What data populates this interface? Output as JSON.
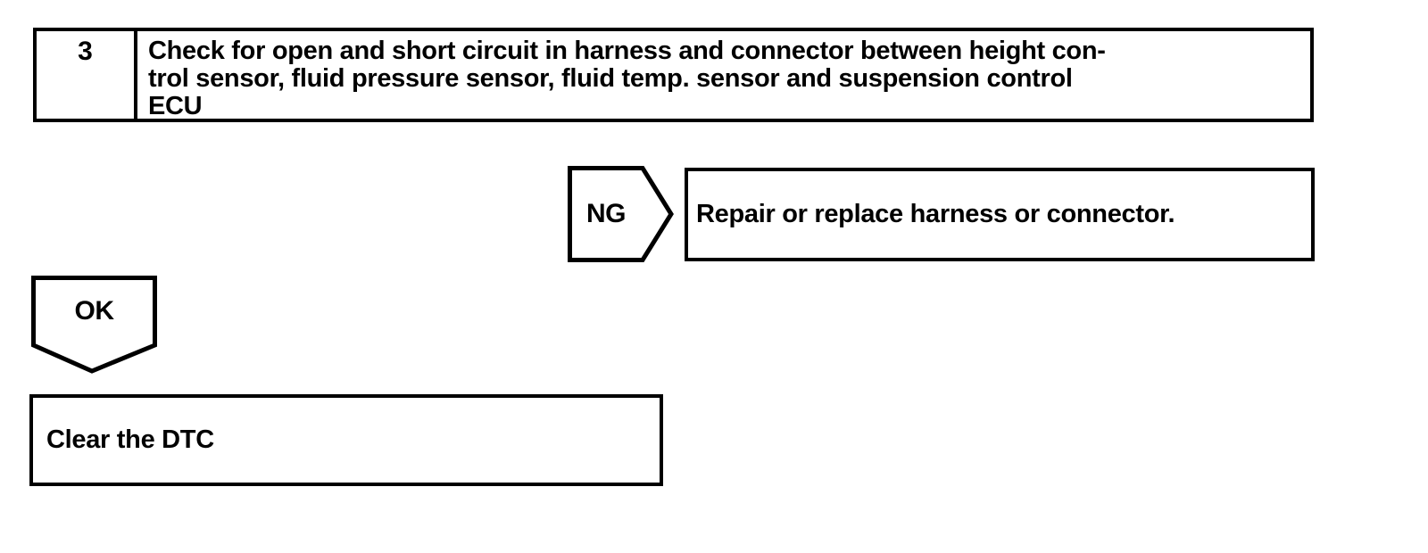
{
  "page": {
    "background": "#ffffff",
    "line_color": "#000000"
  },
  "flowchart": {
    "step_box": {
      "number": "3",
      "lines": [
        "Check for open and short circuit in harness and connector between height con-",
        "trol sensor, fluid pressure sensor, fluid temp. sensor and suspension control",
        "ECU"
      ]
    },
    "ng_branch": {
      "label": "NG",
      "action": "Repair or replace harness or connector."
    },
    "ok_branch": {
      "label": "OK",
      "action": "Clear the DTC"
    }
  }
}
